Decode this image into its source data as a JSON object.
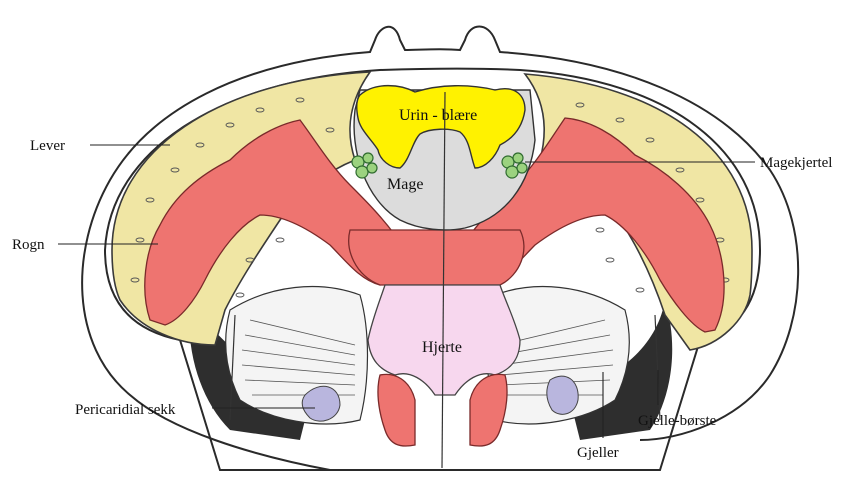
{
  "labels": {
    "lever": "Lever",
    "rogn": "Rogn",
    "pericardial": "Pericaridial sekk",
    "urinblaere": "Urin - blære",
    "mage": "Mage",
    "magekjertel": "Magekjertel",
    "hjerte": "Hjerte",
    "gjeller": "Gjeller",
    "gjelle_borste": "Gjelle-børste"
  },
  "colors": {
    "liver": "#f0e6a4",
    "roe": "#ee7470",
    "bladder": "#fff200",
    "stomach": "#dcdcdc",
    "heart": "#f7d7ee",
    "gland": "#9bd27f",
    "pericardial": "#b9b6de"
  }
}
